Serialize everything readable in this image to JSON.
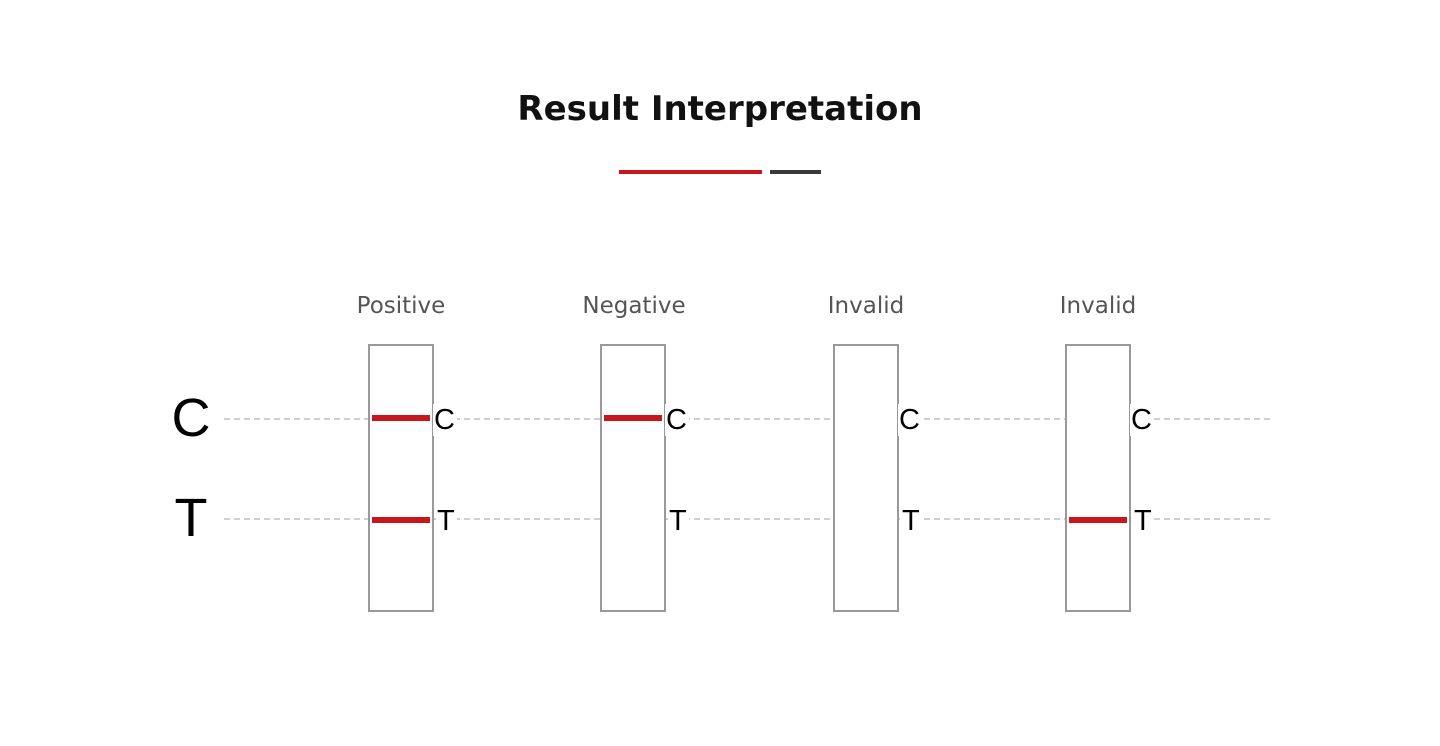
{
  "title": "Result Interpretation",
  "colors": {
    "accent_red": "#c8161d",
    "dark_gray": "#3a3a3a",
    "strip_border": "#999999",
    "guide_line": "#cfcfcf"
  },
  "row_labels": {
    "control": "C",
    "test": "T"
  },
  "results": [
    {
      "label": "Positive",
      "c_mark": "C",
      "t_mark": "T",
      "control_band": true,
      "test_band": true
    },
    {
      "label": "Negative",
      "c_mark": "C",
      "t_mark": "T",
      "control_band": true,
      "test_band": false
    },
    {
      "label": "Invalid",
      "c_mark": "C",
      "t_mark": "T",
      "control_band": false,
      "test_band": false
    },
    {
      "label": "Invalid",
      "c_mark": "C",
      "t_mark": "T",
      "control_band": false,
      "test_band": true
    }
  ]
}
